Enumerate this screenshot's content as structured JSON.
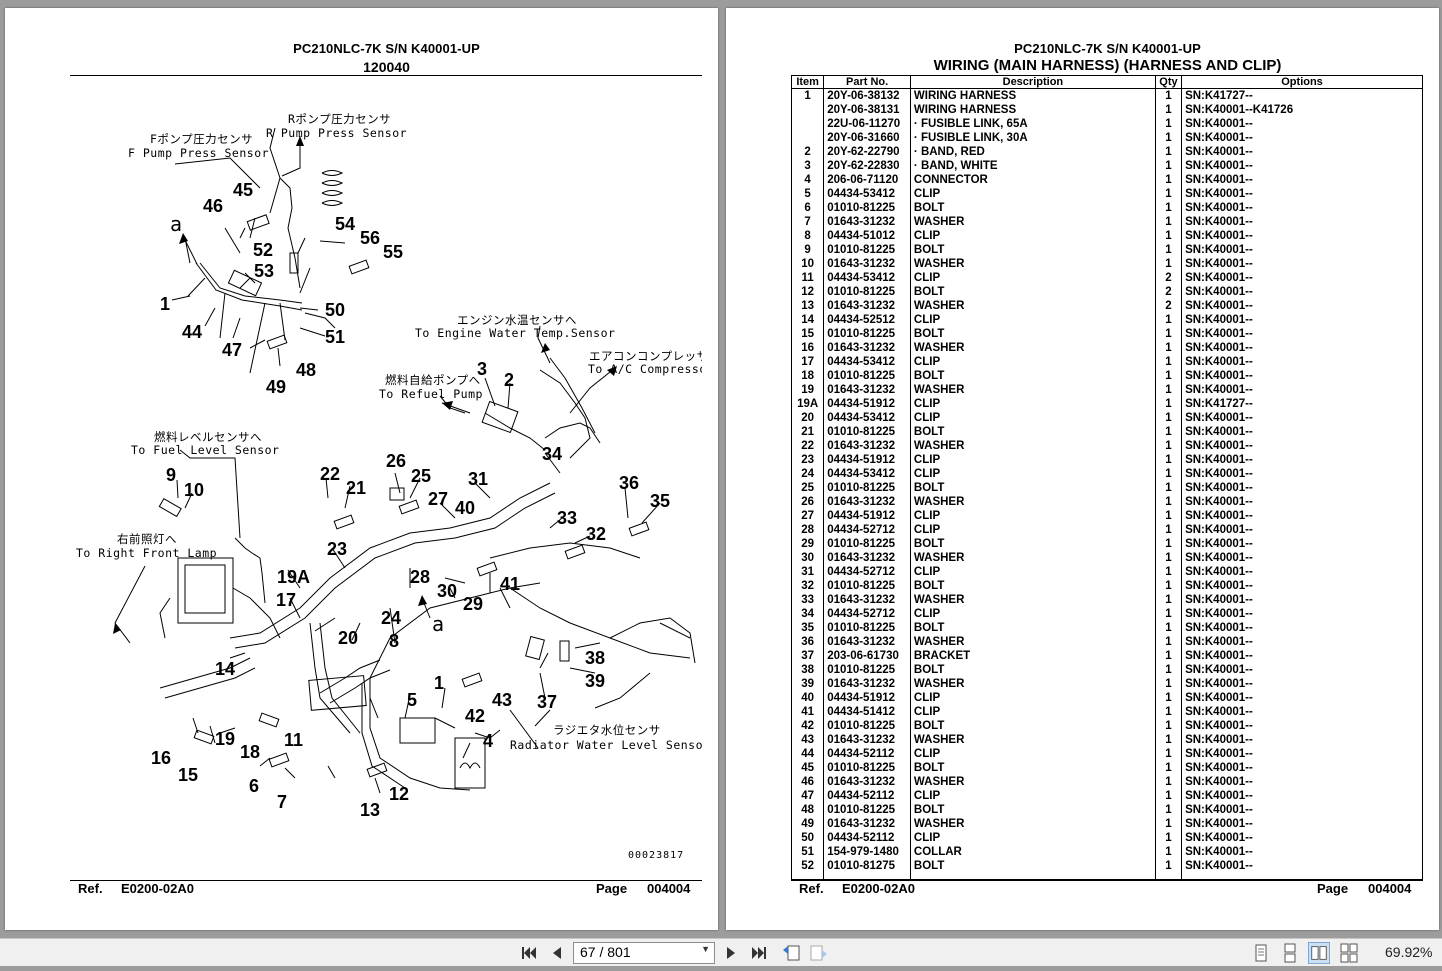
{
  "left_page": {
    "header_line1": "PC210NLC-7K S/N K40001-UP",
    "header_line2": "120040",
    "footer": {
      "ref_label": "Ref.",
      "ref_value": "E0200-02A0",
      "page_label": "Page",
      "page_value": "004004"
    },
    "diagram": {
      "annotations": {
        "r_pump_jp": "Rポンプ圧力センサ",
        "r_pump_en": "R Pump Press Sensor",
        "f_pump_jp": "Fポンプ圧力センサ",
        "f_pump_en": "F Pump Press Sensor",
        "engine_jp": "エンジン水温センサへ",
        "engine_en": "To Engine Water Temp.Sensor",
        "ac_jp": "エアコンコンプレッサへ",
        "ac_en": "To A/C Compressor",
        "refuel_jp": "燃料自給ポンプへ",
        "refuel_en": "To Refuel Pump",
        "fuel_jp": "燃料レベルセンサへ",
        "fuel_en": "To Fuel Level Sensor",
        "lamp_jp": "右前照灯へ",
        "lamp_en": "To Right Front Lamp",
        "radiator_jp": "ラジエタ水位センサ",
        "radiator_en": "Radiator Water Level Sensor",
        "marker_a": "a",
        "drawing_no": "00023817"
      },
      "labels": [
        "45",
        "46",
        "54",
        "56",
        "55",
        "52",
        "53",
        "1",
        "44",
        "50",
        "47",
        "51",
        "48",
        "49",
        "3",
        "2",
        "34",
        "36",
        "35",
        "9",
        "10",
        "22",
        "21",
        "26",
        "25",
        "31",
        "27",
        "40",
        "33",
        "32",
        "23",
        "19A",
        "17",
        "24",
        "28",
        "30",
        "29",
        "41",
        "20",
        "8",
        "14",
        "38",
        "39",
        "1",
        "5",
        "37",
        "43",
        "42",
        "4",
        "19",
        "18",
        "11",
        "16",
        "15",
        "6",
        "7",
        "13",
        "12"
      ]
    }
  },
  "right_page": {
    "header_line1": "PC210NLC-7K S/N K40001-UP",
    "header_line2": "WIRING (MAIN HARNESS) (HARNESS AND CLIP)",
    "table": {
      "columns": [
        "Item",
        "Part No.",
        "Description",
        "Qty",
        "Options"
      ],
      "rows": [
        [
          "1",
          "20Y-06-38132",
          "WIRING HARNESS",
          "1",
          "SN:K41727--"
        ],
        [
          "",
          "20Y-06-38131",
          "WIRING HARNESS",
          "1",
          "SN:K40001--K41726"
        ],
        [
          "",
          "22U-06-11270",
          "· FUSIBLE LINK, 65A",
          "1",
          "SN:K40001--"
        ],
        [
          "",
          "20Y-06-31660",
          "· FUSIBLE LINK, 30A",
          "1",
          "SN:K40001--"
        ],
        [
          "2",
          "20Y-62-22790",
          "· BAND, RED",
          "1",
          "SN:K40001--"
        ],
        [
          "3",
          "20Y-62-22830",
          "· BAND, WHITE",
          "1",
          "SN:K40001--"
        ],
        [
          "4",
          "206-06-71120",
          "CONNECTOR",
          "1",
          "SN:K40001--"
        ],
        [
          "5",
          "04434-53412",
          "CLIP",
          "1",
          "SN:K40001--"
        ],
        [
          "6",
          "01010-81225",
          "BOLT",
          "1",
          "SN:K40001--"
        ],
        [
          "7",
          "01643-31232",
          "WASHER",
          "1",
          "SN:K40001--"
        ],
        [
          "8",
          "04434-51012",
          "CLIP",
          "1",
          "SN:K40001--"
        ],
        [
          "9",
          "01010-81225",
          "BOLT",
          "1",
          "SN:K40001--"
        ],
        [
          "10",
          "01643-31232",
          "WASHER",
          "1",
          "SN:K40001--"
        ],
        [
          "11",
          "04434-53412",
          "CLIP",
          "2",
          "SN:K40001--"
        ],
        [
          "12",
          "01010-81225",
          "BOLT",
          "2",
          "SN:K40001--"
        ],
        [
          "13",
          "01643-31232",
          "WASHER",
          "2",
          "SN:K40001--"
        ],
        [
          "14",
          "04434-52512",
          "CLIP",
          "1",
          "SN:K40001--"
        ],
        [
          "15",
          "01010-81225",
          "BOLT",
          "1",
          "SN:K40001--"
        ],
        [
          "16",
          "01643-31232",
          "WASHER",
          "1",
          "SN:K40001--"
        ],
        [
          "17",
          "04434-53412",
          "CLIP",
          "1",
          "SN:K40001--"
        ],
        [
          "18",
          "01010-81225",
          "BOLT",
          "1",
          "SN:K40001--"
        ],
        [
          "19",
          "01643-31232",
          "WASHER",
          "1",
          "SN:K40001--"
        ],
        [
          "19A",
          "04434-51912",
          "CLIP",
          "1",
          "SN:K41727--"
        ],
        [
          "20",
          "04434-53412",
          "CLIP",
          "1",
          "SN:K40001--"
        ],
        [
          "21",
          "01010-81225",
          "BOLT",
          "1",
          "SN:K40001--"
        ],
        [
          "22",
          "01643-31232",
          "WASHER",
          "1",
          "SN:K40001--"
        ],
        [
          "23",
          "04434-51912",
          "CLIP",
          "1",
          "SN:K40001--"
        ],
        [
          "24",
          "04434-53412",
          "CLIP",
          "1",
          "SN:K40001--"
        ],
        [
          "25",
          "01010-81225",
          "BOLT",
          "1",
          "SN:K40001--"
        ],
        [
          "26",
          "01643-31232",
          "WASHER",
          "1",
          "SN:K40001--"
        ],
        [
          "27",
          "04434-51912",
          "CLIP",
          "1",
          "SN:K40001--"
        ],
        [
          "28",
          "04434-52712",
          "CLIP",
          "1",
          "SN:K40001--"
        ],
        [
          "29",
          "01010-81225",
          "BOLT",
          "1",
          "SN:K40001--"
        ],
        [
          "30",
          "01643-31232",
          "WASHER",
          "1",
          "SN:K40001--"
        ],
        [
          "31",
          "04434-52712",
          "CLIP",
          "1",
          "SN:K40001--"
        ],
        [
          "32",
          "01010-81225",
          "BOLT",
          "1",
          "SN:K40001--"
        ],
        [
          "33",
          "01643-31232",
          "WASHER",
          "1",
          "SN:K40001--"
        ],
        [
          "34",
          "04434-52712",
          "CLIP",
          "1",
          "SN:K40001--"
        ],
        [
          "35",
          "01010-81225",
          "BOLT",
          "1",
          "SN:K40001--"
        ],
        [
          "36",
          "01643-31232",
          "WASHER",
          "1",
          "SN:K40001--"
        ],
        [
          "37",
          "203-06-61730",
          "BRACKET",
          "1",
          "SN:K40001--"
        ],
        [
          "38",
          "01010-81225",
          "BOLT",
          "1",
          "SN:K40001--"
        ],
        [
          "39",
          "01643-31232",
          "WASHER",
          "1",
          "SN:K40001--"
        ],
        [
          "40",
          "04434-51912",
          "CLIP",
          "1",
          "SN:K40001--"
        ],
        [
          "41",
          "04434-51412",
          "CLIP",
          "1",
          "SN:K40001--"
        ],
        [
          "42",
          "01010-81225",
          "BOLT",
          "1",
          "SN:K40001--"
        ],
        [
          "43",
          "01643-31232",
          "WASHER",
          "1",
          "SN:K40001--"
        ],
        [
          "44",
          "04434-52112",
          "CLIP",
          "1",
          "SN:K40001--"
        ],
        [
          "45",
          "01010-81225",
          "BOLT",
          "1",
          "SN:K40001--"
        ],
        [
          "46",
          "01643-31232",
          "WASHER",
          "1",
          "SN:K40001--"
        ],
        [
          "47",
          "04434-52112",
          "CLIP",
          "1",
          "SN:K40001--"
        ],
        [
          "48",
          "01010-81225",
          "BOLT",
          "1",
          "SN:K40001--"
        ],
        [
          "49",
          "01643-31232",
          "WASHER",
          "1",
          "SN:K40001--"
        ],
        [
          "50",
          "04434-52112",
          "CLIP",
          "1",
          "SN:K40001--"
        ],
        [
          "51",
          "154-979-1480",
          "COLLAR",
          "1",
          "SN:K40001--"
        ],
        [
          "52",
          "01010-81275",
          "BOLT",
          "1",
          "SN:K40001--"
        ]
      ]
    },
    "footer": {
      "ref_label": "Ref.",
      "ref_value": "E0200-02A0",
      "page_label": "Page",
      "page_value": "004004"
    }
  },
  "toolbar": {
    "page_indicator": "67 / 801",
    "zoom": "69.92%",
    "icons": [
      "first-page-icon",
      "prev-page-icon",
      "next-page-icon",
      "last-page-icon",
      "prev-view-icon",
      "next-view-icon",
      "single-page-view-icon",
      "continuous-view-icon",
      "facing-view-icon",
      "continuous-facing-view-icon"
    ]
  }
}
